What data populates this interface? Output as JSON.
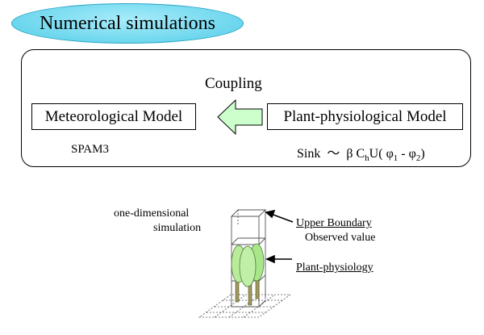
{
  "title": "Numerical simulations",
  "coupling": "Coupling",
  "meteorological_model": "Meteorological Model",
  "plant_model": "Plant-physiological Model",
  "spam": "SPAM3",
  "sink": {
    "word": "Sink",
    "tilde": "～",
    "beta_c": "β C",
    "sub_h": "h",
    "u_open": "U( ",
    "phi1": "φ",
    "sub1": "1",
    "minus": " - ",
    "phi2": "φ",
    "sub2": "2",
    "close": ")"
  },
  "simulation_label_line1": "one-dimensional",
  "simulation_label_line2": "simulation",
  "upper_boundary": "Upper Boundary",
  "observed_value": "Observed value",
  "plant_physiology": "Plant-physiology",
  "colors": {
    "ellipse_fill": "#52cde8",
    "arrow_fill": "#ccffcc",
    "leaf_fill": "#a8e68a",
    "stem_fill": "#9e9a5c"
  }
}
